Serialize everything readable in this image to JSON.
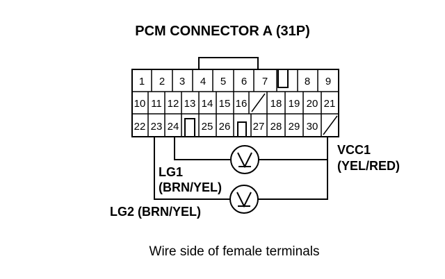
{
  "title": "PCM CONNECTOR A (31P)",
  "caption": "Wire side of female terminals",
  "connector": {
    "row1": [
      "1",
      "2",
      "3",
      "4",
      "5",
      "6",
      "7",
      "",
      "8",
      "9"
    ],
    "row2": [
      "10",
      "11",
      "12",
      "13",
      "14",
      "15",
      "16",
      "",
      "18",
      "19",
      "20",
      "21"
    ],
    "row3": [
      "22",
      "23",
      "24",
      "",
      "25",
      "26",
      "",
      "27",
      "28",
      "29",
      "30",
      ""
    ]
  },
  "probes": {
    "lg1_name": "LG1",
    "lg1_color": "(BRN/YEL)",
    "lg2": "LG2 (BRN/YEL)",
    "vcc1_name": "VCC1",
    "vcc1_color": "(YEL/RED)"
  },
  "meter_symbol": "V"
}
